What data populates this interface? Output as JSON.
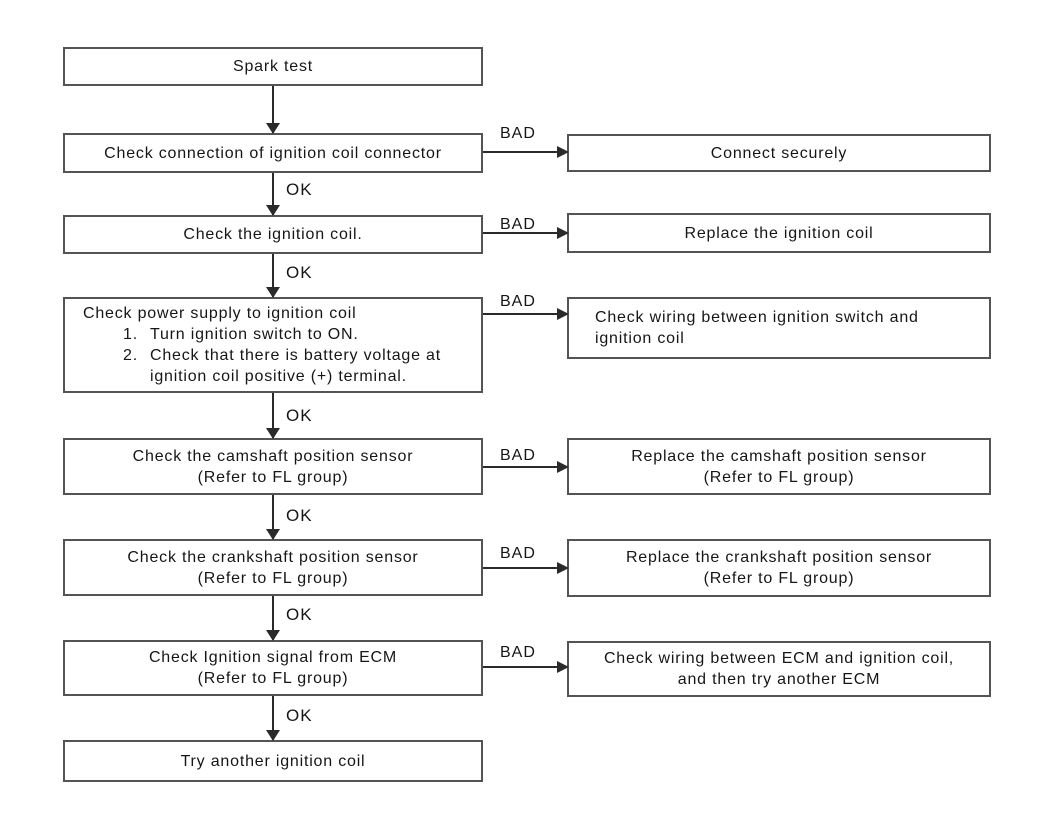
{
  "diagram": {
    "type": "flowchart",
    "ok_label": "OK",
    "bad_label": "BAD",
    "colors": {
      "background": "#ffffff",
      "box_border": "#545454",
      "text": "#161616",
      "arrow": "#2a2a2a"
    },
    "steps": [
      {
        "name": "spark-test",
        "lines": [
          "Spark test"
        ]
      },
      {
        "name": "check-connection-of-ignition-coil-connector",
        "lines": [
          "Check connection of ignition coil connector"
        ],
        "bad_action": {
          "lines": [
            "Connect securely"
          ]
        }
      },
      {
        "name": "check-the-ignition-coil",
        "lines": [
          "Check the ignition coil."
        ],
        "bad_action": {
          "lines": [
            "Replace the ignition coil"
          ]
        }
      },
      {
        "name": "check-power-supply-to-ignition-coil",
        "title": "Check power supply to ignition coil",
        "substeps": [
          {
            "num": "1.",
            "lines": [
              "Turn ignition switch to ON."
            ]
          },
          {
            "num": "2.",
            "lines": [
              "Check that there is battery voltage at",
              "ignition coil positive (+) terminal."
            ]
          }
        ],
        "bad_action": {
          "lines": [
            "Check wiring between ignition switch and",
            "ignition coil"
          ]
        }
      },
      {
        "name": "check-the-camshaft-position-sensor",
        "lines": [
          "Check the camshaft position sensor",
          "(Refer to FL group)"
        ],
        "bad_action": {
          "lines": [
            "Replace the camshaft position sensor",
            "(Refer to FL group)"
          ]
        }
      },
      {
        "name": "check-the-crankshaft-position-sensor",
        "lines": [
          "Check the crankshaft position sensor",
          "(Refer to FL group)"
        ],
        "bad_action": {
          "lines": [
            "Replace the crankshaft position sensor",
            "(Refer to FL group)"
          ]
        }
      },
      {
        "name": "check-ignition-signal-from-ecm",
        "lines": [
          "Check Ignition signal from ECM",
          "(Refer to FL group)"
        ],
        "bad_action": {
          "lines": [
            "Check wiring between ECM and ignition coil,",
            "and then try another ECM"
          ]
        }
      },
      {
        "name": "try-another-ignition-coil",
        "lines": [
          "Try another ignition coil"
        ]
      }
    ]
  }
}
